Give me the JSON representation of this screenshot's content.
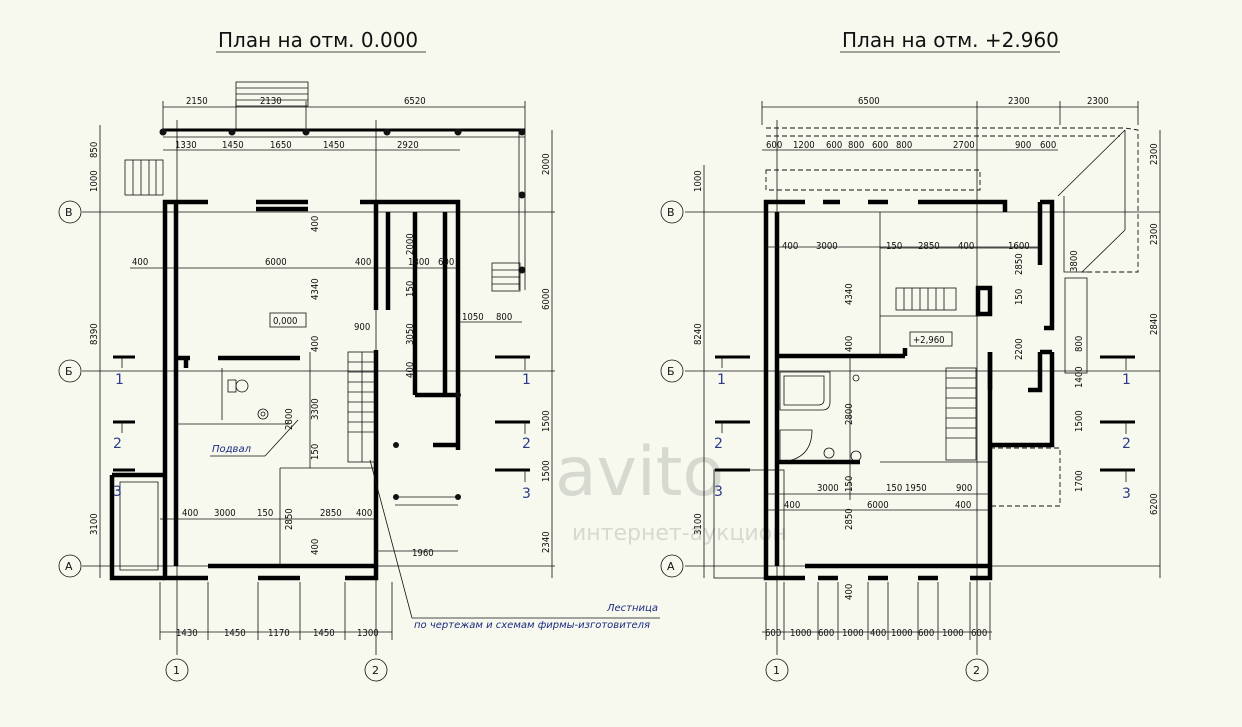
{
  "plans": [
    {
      "title": "План на отм. 0.000",
      "level_mark": "0,000",
      "room_label": "Подвал"
    },
    {
      "title": "План на отм. +2.960",
      "level_mark": "+2,960"
    }
  ],
  "axes": {
    "rows": [
      "В",
      "Б",
      "А"
    ],
    "cols": [
      "1",
      "2"
    ]
  },
  "section_marks": [
    "1",
    "2",
    "3"
  ],
  "stair_note": {
    "line1": "Лестница",
    "line2": "по чертежам и схемам фирмы-изготовителя"
  },
  "watermark": {
    "big": "avito",
    "small": "интернет-аукцион"
  },
  "dims": {
    "p1_top1": [
      "2150",
      "2130",
      "6520"
    ],
    "p1_top2": [
      "1330",
      "1450",
      "1650",
      "1450",
      "2920"
    ],
    "p1_left": [
      "850",
      "1000",
      "8390",
      "3100"
    ],
    "p1_right": [
      "2000",
      "6000",
      "1500",
      "1500",
      "2340"
    ],
    "p1_bottom": [
      "1430",
      "1450",
      "1170",
      "1450",
      "1300"
    ],
    "p1_inner": [
      "400",
      "6000",
      "400",
      "1800",
      "600",
      "400",
      "2000",
      "4340",
      "150",
      "3050",
      "1050",
      "800",
      "900",
      "400",
      "400",
      "3300",
      "2800",
      "150",
      "400",
      "3000",
      "150",
      "2850",
      "2850",
      "400",
      "400",
      "1960"
    ],
    "p2_top1": [
      "6500",
      "2300",
      "2300"
    ],
    "p2_top2": [
      "600",
      "1200",
      "600",
      "800",
      "600",
      "800",
      "2700",
      "900",
      "600"
    ],
    "p2_left": [
      "1000",
      "8240",
      "3100"
    ],
    "p2_right": [
      "2300",
      "2300",
      "2840",
      "6200"
    ],
    "p2_bottom": [
      "600",
      "1000",
      "600",
      "1000",
      "400",
      "1000",
      "600",
      "1000",
      "600"
    ],
    "p2_inner": [
      "400",
      "3000",
      "150",
      "2850",
      "400",
      "1600",
      "3800",
      "2850",
      "4340",
      "150",
      "2200",
      "800",
      "1400",
      "1500",
      "1700",
      "400",
      "2800",
      "3000",
      "150",
      "150",
      "1950",
      "900",
      "400",
      "6000",
      "400",
      "2850",
      "400"
    ]
  }
}
